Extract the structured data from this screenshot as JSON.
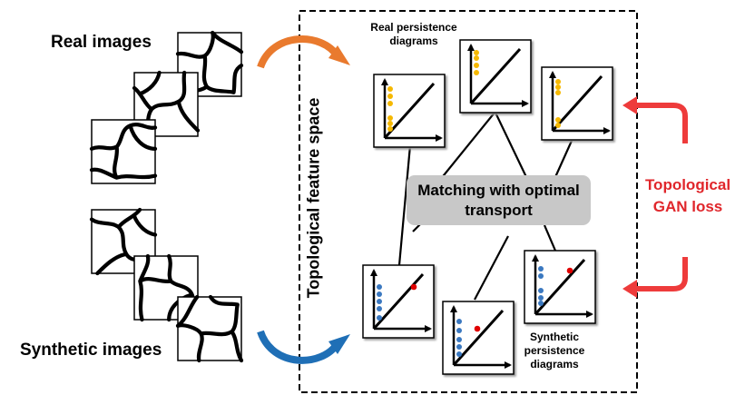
{
  "labels": {
    "real_images": "Real images",
    "synthetic_images": "Synthetic images",
    "feature_space": "Topological feature space",
    "real_diagrams": "Real persistence diagrams",
    "synthetic_diagrams": "Synthetic persistence diagrams",
    "matching": "Matching with optimal transport",
    "loss": "Topological GAN loss"
  },
  "colors": {
    "real_points": "#f5b800",
    "synthetic_points": "#3a78c0",
    "offdiag_point": "#e00000",
    "arrow_top": "#e97a2e",
    "arrow_bottom": "#1f6fb6",
    "loss": "#ee3b3b",
    "box": "#c8c8c8"
  }
}
